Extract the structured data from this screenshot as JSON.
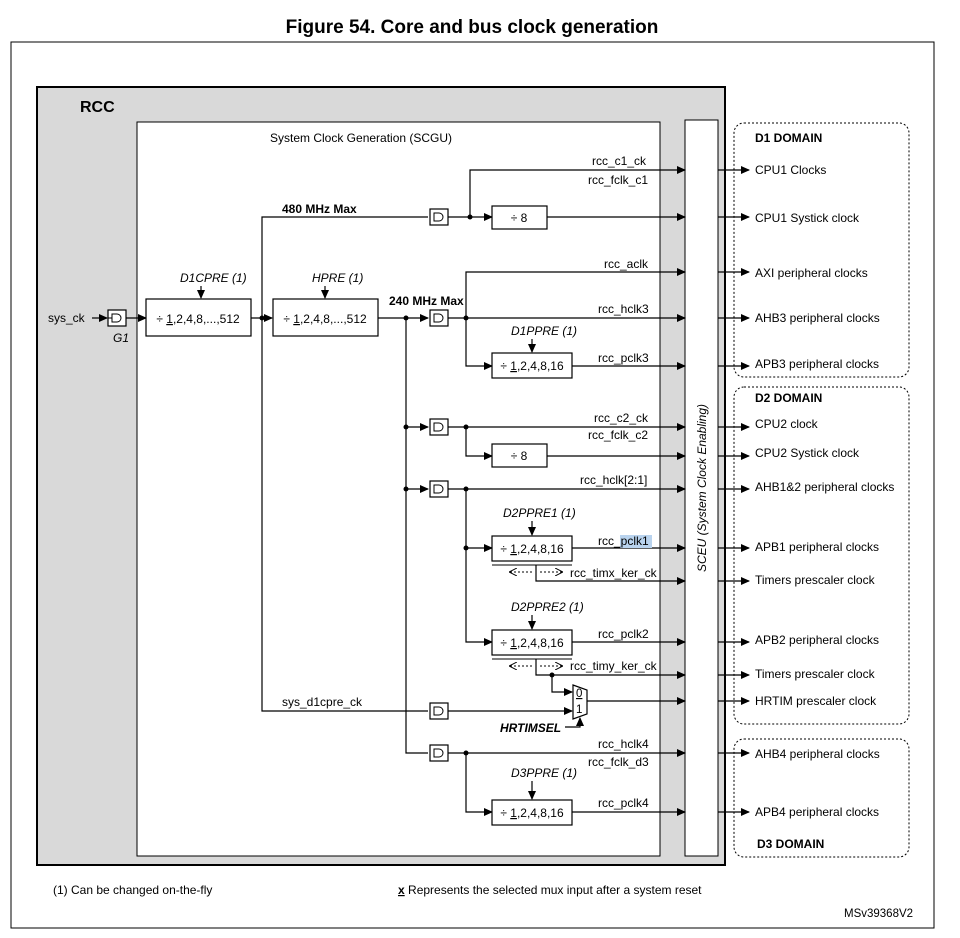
{
  "figure": {
    "title": "Figure 54. Core and bus clock generation",
    "rcc_label": "RCC",
    "scgu_label": "System Clock Generation (SCGU)",
    "sceu_label": "SCEU (System Clock Enabling)",
    "input": "sys_ck",
    "gate_g1": "G1",
    "freq_480": "480 MHz Max",
    "freq_240": "240 MHz Max",
    "prescalers": {
      "d1cpre": {
        "name": "D1CPRE (1)",
        "u": "1",
        "rest": ",2,4,8,...,512"
      },
      "hpre": {
        "name": "HPRE (1)",
        "u": "1",
        "rest": ",2,4,8,...,512"
      },
      "d1ppre": {
        "name": "D1PPRE (1)",
        "u": "1",
        "rest": ",2,4,8,16"
      },
      "d2ppre1": {
        "name": "D2PPRE1 (1)",
        "u": "1",
        "rest": ",2,4,8,16"
      },
      "d2ppre2": {
        "name": "D2PPRE2 (1)",
        "u": "1",
        "rest": ",2,4,8,16"
      },
      "d3ppre": {
        "name": "D3PPRE (1)",
        "u": "1",
        "rest": ",2,4,8,16"
      }
    },
    "div_sign": "÷",
    "div8": "÷ 8",
    "signals": {
      "rcc_c1_ck": "rcc_c1_ck",
      "rcc_fclk_c1": "rcc_fclk_c1",
      "rcc_aclk": "rcc_aclk",
      "rcc_hclk3": "rcc_hclk3",
      "rcc_pclk3": "rcc_pclk3",
      "rcc_c2_ck": "rcc_c2_ck",
      "rcc_fclk_c2": "rcc_fclk_c2",
      "rcc_hclk21": "rcc_hclk[2:1]",
      "rcc_pclk1_pre": "rcc_",
      "rcc_pclk1_hl": "pclk1",
      "rcc_timx_ker_ck": "rcc_timx_ker_ck",
      "rcc_pclk2": "rcc_pclk2",
      "rcc_timy_ker_ck": "rcc_timy_ker_ck",
      "sys_d1cpre_ck": "sys_d1cpre_ck",
      "hrtimsel": "HRTIMSEL",
      "mux_0": "0",
      "mux_1": "1",
      "rcc_hclk4": "rcc_hclk4",
      "rcc_fclk_d3": "rcc_fclk_d3",
      "rcc_pclk4": "rcc_pclk4"
    },
    "domains": {
      "d1": "D1 DOMAIN",
      "d2": "D2 DOMAIN",
      "d3": "D3 DOMAIN"
    },
    "outputs": {
      "cpu1_clocks": "CPU1 Clocks",
      "cpu1_systick": "CPU1 Systick clock",
      "axi": "AXI peripheral clocks",
      "ahb3": "AHB3 peripheral clocks",
      "apb3": "APB3 peripheral clocks",
      "cpu2_clock": "CPU2 clock",
      "cpu2_systick": "CPU2 Systick clock",
      "ahb12": "AHB1&2 peripheral clocks",
      "apb1": "APB1 peripheral clocks",
      "timers1": "Timers prescaler clock",
      "apb2": "APB2 peripheral clocks",
      "timers2": "Timers prescaler clock",
      "hrtim": "HRTIM prescaler clock",
      "ahb4": "AHB4 peripheral clocks",
      "apb4": "APB4 peripheral clocks"
    },
    "footnote": "(1) Can be changed on-the-fly",
    "mux_note_x": "x",
    "mux_note": " Represents the selected mux input after a system reset",
    "ref": "MSv39368V2"
  }
}
